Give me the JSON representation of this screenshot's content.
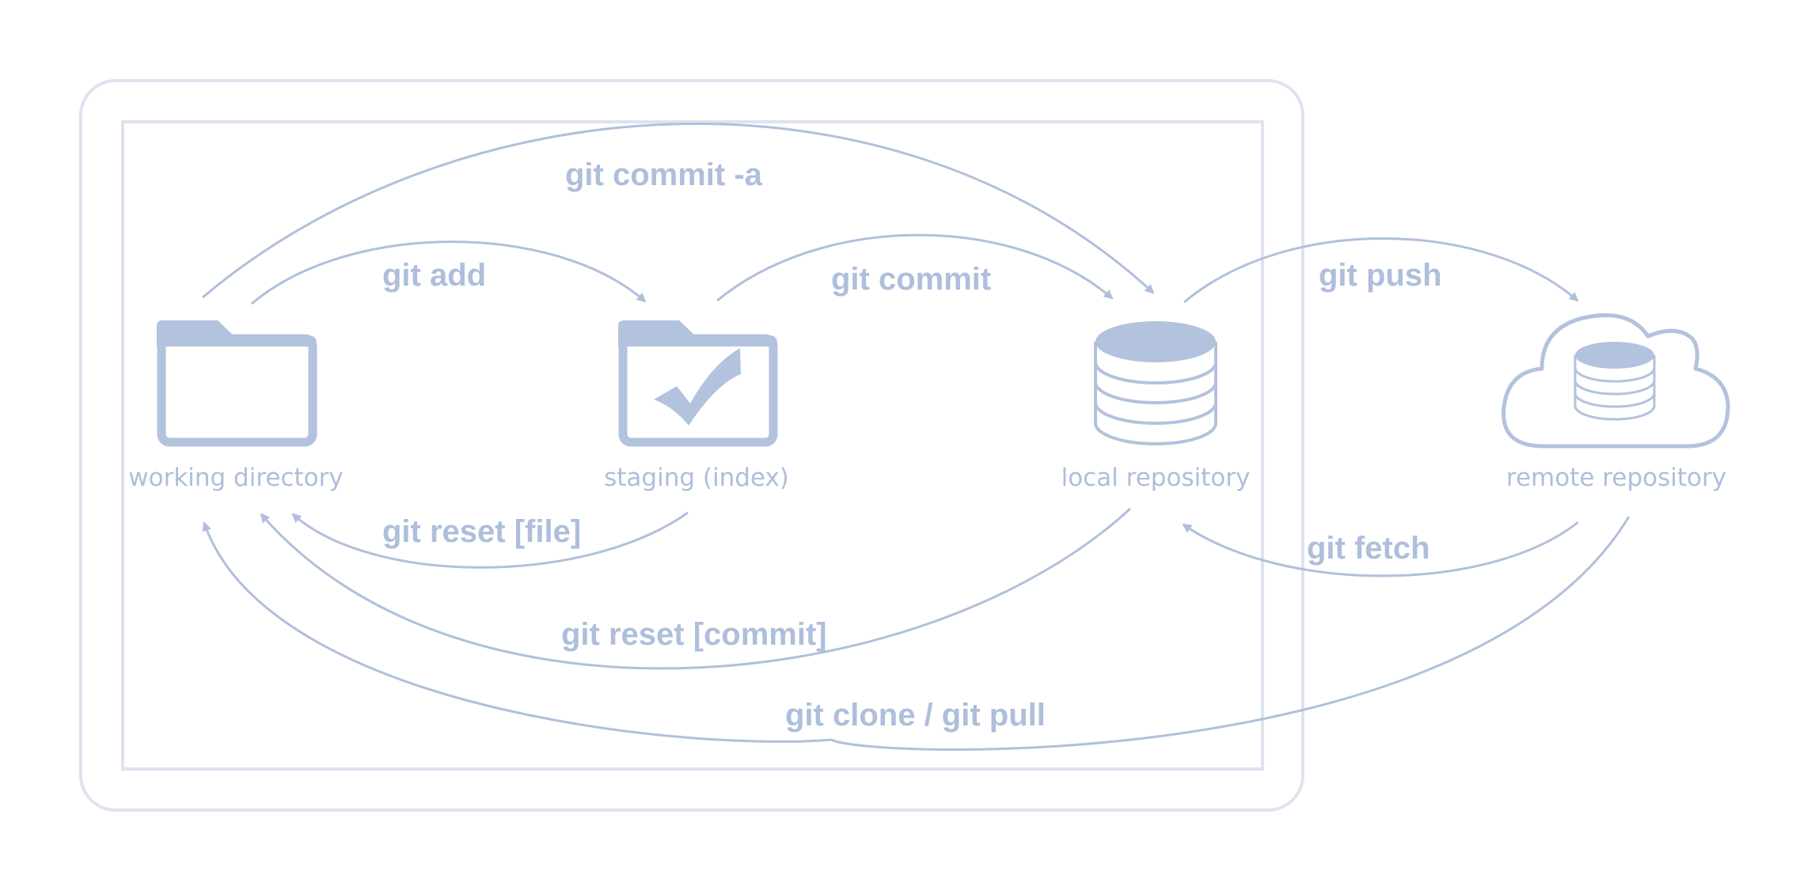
{
  "colors": {
    "frame": "#dde3ef",
    "icon": "#b3c2dd",
    "arrow": "#b0c0db",
    "label": "#aebedb"
  },
  "nodes": {
    "working_directory": {
      "label": "working directory",
      "icon": "folder-icon"
    },
    "staging": {
      "label": "staging (index)",
      "icon": "folder-check-icon"
    },
    "local_repository": {
      "label": "local repository",
      "icon": "database-icon"
    },
    "remote_repository": {
      "label": "remote repository",
      "icon": "cloud-database-icon"
    }
  },
  "commands": {
    "commit_a": "git commit -a",
    "add": "git add",
    "commit": "git commit",
    "push": "git push",
    "reset_file": "git reset [file]",
    "fetch": "git fetch",
    "reset_commit": "git reset [commit]",
    "clone_pull": "git clone / git pull"
  }
}
